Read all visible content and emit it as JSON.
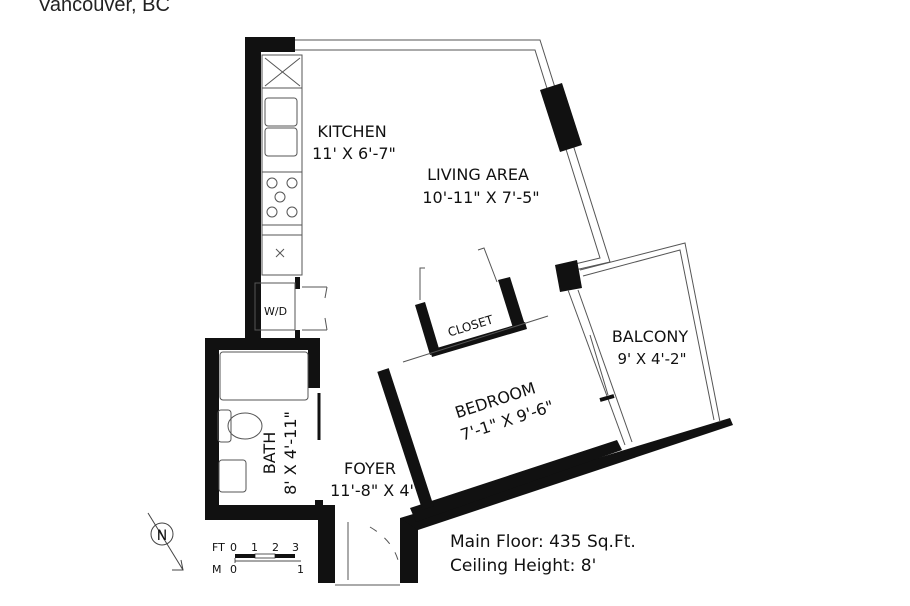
{
  "header": {
    "location": "Vancouver, BC"
  },
  "rooms": {
    "kitchen": {
      "name": "KITCHEN",
      "size": "11' X 6'-7\""
    },
    "living": {
      "name": "LIVING AREA",
      "size": "10'-11\" X 7'-5\""
    },
    "closet": {
      "name": "CLOSET"
    },
    "wd": {
      "name": "W/D"
    },
    "balcony": {
      "name": "BALCONY",
      "size": "9' X 4'-2\""
    },
    "bedroom": {
      "name": "BEDROOM",
      "size": "7'-1\" X 9'-6\""
    },
    "bath": {
      "name": "BATH",
      "size": "8' X 4'-11\""
    },
    "foyer": {
      "name": "FOYER",
      "size": "11'-8\" X 4'"
    }
  },
  "compass": {
    "letter": "N"
  },
  "scale": {
    "ft_label": "FT",
    "ft_ticks": [
      "0",
      "1",
      "2",
      "3"
    ],
    "m_label": "M",
    "m_ticks": [
      "0",
      "1"
    ]
  },
  "info": {
    "main_floor": "Main Floor: 435 Sq.Ft.",
    "ceiling": "Ceiling Height: 8'"
  }
}
